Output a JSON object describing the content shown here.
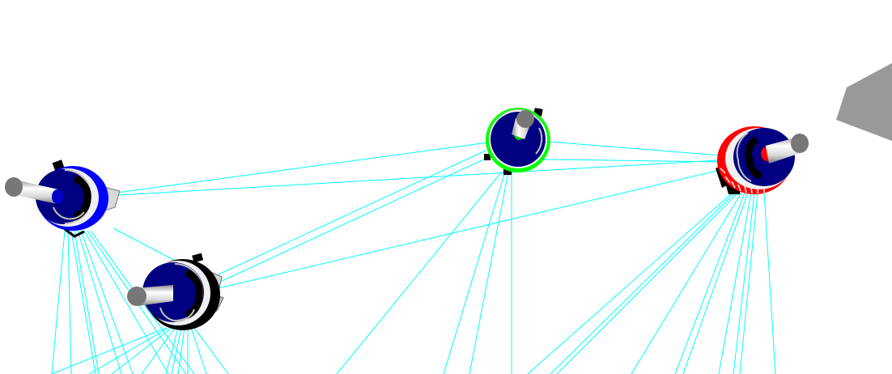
{
  "scene": {
    "background": "#ffffff",
    "ray_color": "#00ffff",
    "obstacle_color": "#999999"
  },
  "robots": [
    {
      "id": "robot-blue",
      "ring_color": "#0000ff",
      "body_color": "#000080",
      "arm_color": "#e6e6e6"
    },
    {
      "id": "robot-black",
      "ring_color": "#000000",
      "body_color": "#000080",
      "arm_color": "#e6e6e6"
    },
    {
      "id": "robot-green",
      "ring_color": "#00ff00",
      "body_color": "#000080",
      "arm_color": "#e6e6e6"
    },
    {
      "id": "robot-red",
      "ring_color": "#ff0000",
      "body_color": "#000080",
      "arm_color": "#e6e6e6"
    }
  ]
}
